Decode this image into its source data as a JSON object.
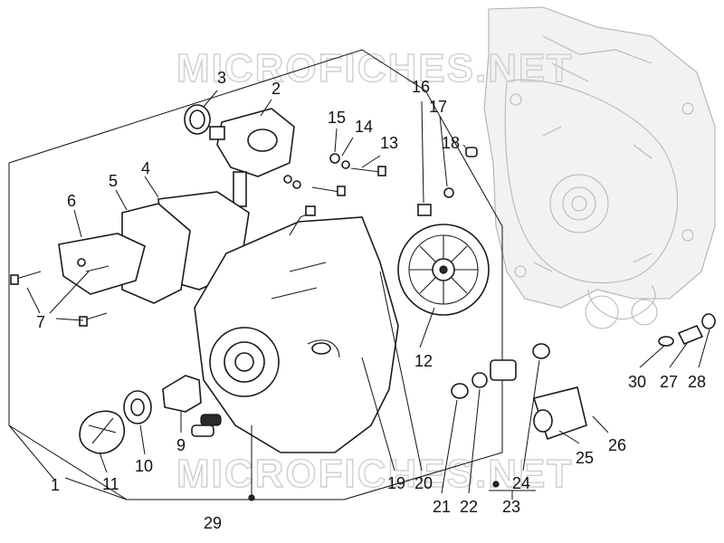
{
  "watermark": {
    "top": "MICROFICHES.NET",
    "bottom": "MICROFICHES.NET"
  },
  "callouts": {
    "c1": "1",
    "c2": "2",
    "c3": "3",
    "c4": "4",
    "c5": "5",
    "c6": "6",
    "c7": "7",
    "c9": "9",
    "c10": "10",
    "c11": "11",
    "c12": "12",
    "c13": "13",
    "c14": "14",
    "c15": "15",
    "c16": "16",
    "c17": "17",
    "c18": "18",
    "c19": "19",
    "c20": "20",
    "c21": "21",
    "c22": "22",
    "c23": "23",
    "c24": "24",
    "c25": "25",
    "c26": "26",
    "c27": "27",
    "c28": "28",
    "c29": "29",
    "c30": "30"
  }
}
